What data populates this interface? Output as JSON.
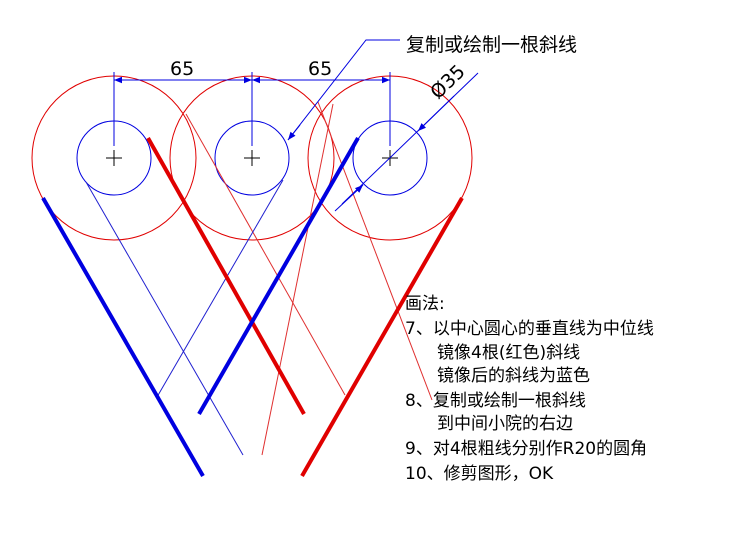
{
  "callout_label": "复制或绘制一根斜线",
  "dimensions": {
    "spacing_left": "65",
    "spacing_right": "65",
    "diameter": "Ø35"
  },
  "instructions": {
    "heading": "画法:",
    "lines": [
      "7、以中心圆心的垂直线为中位线",
      "镜像4根(红色)斜线",
      "镜像后的斜线为蓝色",
      "8、复制或绘制一根斜线",
      "到中间小院的右边",
      "9、对4根粗线分别作R20的圆角",
      "10、修剪图形，OK"
    ]
  },
  "colors": {
    "red": "#e00000",
    "blue": "#0000e0",
    "thin_red": "#e03030",
    "thin_blue": "#2020d0",
    "black": "#000000"
  }
}
